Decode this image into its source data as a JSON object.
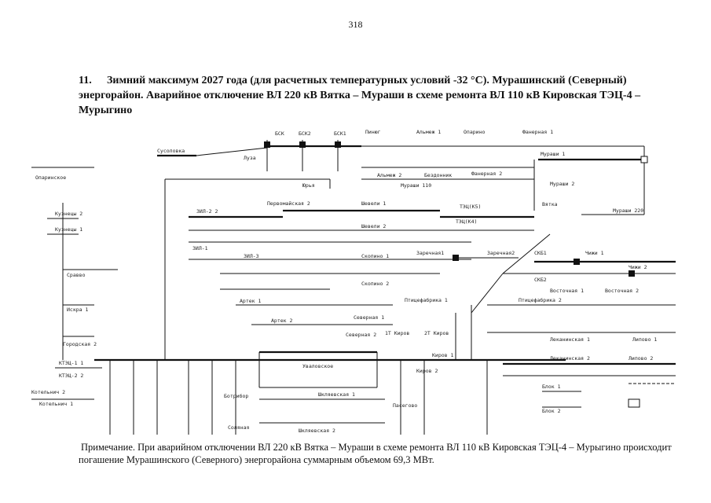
{
  "page_number": "318",
  "heading": {
    "number": "11.",
    "text": "Зимний максимум 2027 года (для расчетных температурных условий -32 °С). Мурашинский (Северный) энергорайон. Аварийное отключение ВЛ 220 кВ Вятка – Мураши в схеме ремонта ВЛ 110 кВ Кировская ТЭЦ-4 – Мурыгино"
  },
  "diagram": {
    "labels": {
      "bsk": "БСК",
      "bsk2": "БСК2",
      "bsk1": "БСК1",
      "pinyug": "Пинюг",
      "lyuba": "Луза",
      "susolovka": "Сусоловка",
      "opar": "Опарино",
      "fanernaya1": "Фанерная 1",
      "fanernaya2": "Фанерная 2",
      "alyanek1": "Альмеж 1",
      "alyanek2": "Альмеж 2",
      "murashi1": "Мураши 1",
      "murashi2": "Мураши 2",
      "murashi220": "Мураши 220",
      "vyatka": "Вятка",
      "yuria": "Юрья",
      "bezdonnik": "Бездонник",
      "murashi110": "Мураши 110",
      "kuzhenp2": "Кузнецы 2",
      "kuzhenp1": "Кузнецы 1",
      "opskoe": "Опаринское",
      "pervomayskaya": "Первомайская 2",
      "shevelin1": "Шевели 1",
      "shevelin2": "Шевели 2",
      "tets5": "ТЭЦ(К5)",
      "tets4": "ТЭЦ(К4)",
      "zil2": "ЗИЛ-2 2",
      "zil1": "ЗИЛ-1",
      "zil3": "ЗИЛ-3",
      "skopino1": "Скопино 1",
      "skopino2": "Скопино 2",
      "zarechnaya1": "Заречная1",
      "zarechnaya2": "Заречная2",
      "arteek1": "Артек 1",
      "arteek2": "Артек 2",
      "severnaya1": "Северная 1",
      "severnaya2": "Северная 2",
      "ptitsefabrika1": "Птицефабрика 1",
      "ptitsefabrika2": "Птицефабрика 2",
      "skb1": "СКБ1",
      "skb2": "СКБ2",
      "chizhi1": "Чижи 1",
      "chizhi2": "Чижи 2",
      "vostochnaya1": "Восточная 1",
      "vostochnaya2": "Восточная 2",
      "lekaninskaya1": "Леканинская 1",
      "lekaninskaya2": "Леканинская 2",
      "lipovo1": "Липово 1",
      "lipovo2": "Липово 2",
      "kirov1": "Киров 1",
      "kirov2": "Киров 2",
      "kirov2t": "2Т Киров",
      "kirov1t": "1Т Киров",
      "uvalnovo": "Уваловское",
      "botriver": "Ботрибор",
      "shklyaevskaya1": "Шкляевская 1",
      "shklyaevskaya2": "Шкляевская 2",
      "solyanaya": "Соляная",
      "pasegovo": "Пасегово",
      "blok1": "Блок 1",
      "blok2": "Блок 2",
      "gorodskaya": "Городская 2",
      "kotelnich1": "Котельнич 1",
      "kotelnich2": "Котельнич 2",
      "iskra": "Искра 1",
      "svetoch": "Сравво",
      "ktzu1": "КТЭЦ-1 1",
      "ktzu2": "КТЭЦ-2 2"
    }
  },
  "note": "Примечание. При аварийном отключении ВЛ 220 кВ Вятка – Мураши в схеме ремонта ВЛ 110 кВ Кировская ТЭЦ-4 – Мурыгино происходит погашение Мурашинского (Северного) энергорайона суммарным объемом 69,3 МВт."
}
